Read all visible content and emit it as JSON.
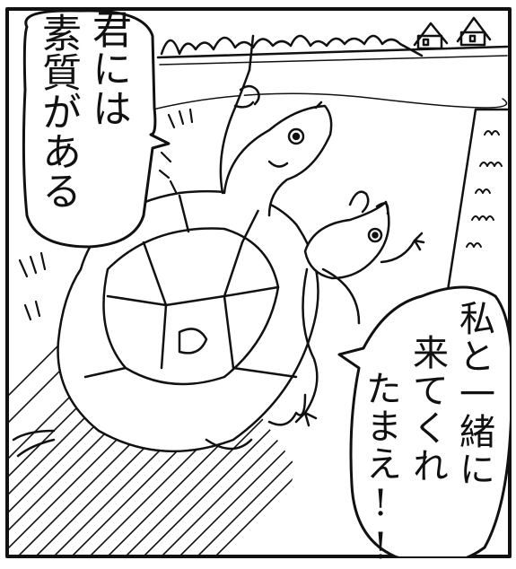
{
  "speech_left": {
    "line1": "君には",
    "line2": "素質がある"
  },
  "speech_right": {
    "line1": "私と一緒に",
    "line2": "来てくれ",
    "line3": "たまえ!!"
  }
}
